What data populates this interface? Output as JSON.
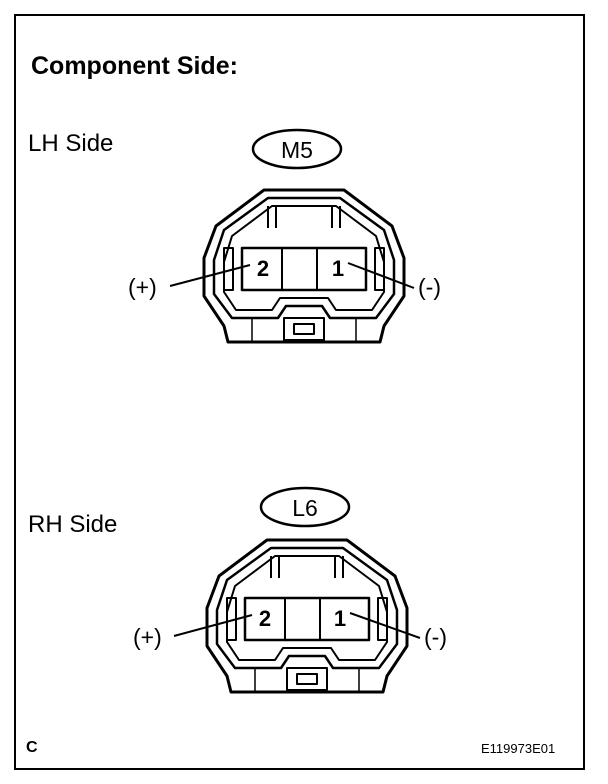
{
  "title": "Component Side:",
  "corner_letter": "C",
  "figure_code": "E119973E01",
  "connectors": [
    {
      "side_label": "LH Side",
      "code": "M5",
      "pin_left": "2",
      "pin_right": "1",
      "polarity_left": "(+)",
      "polarity_right": "(-)"
    },
    {
      "side_label": "RH Side",
      "code": "L6",
      "pin_left": "2",
      "pin_right": "1",
      "polarity_left": "(+)",
      "polarity_right": "(-)"
    }
  ]
}
